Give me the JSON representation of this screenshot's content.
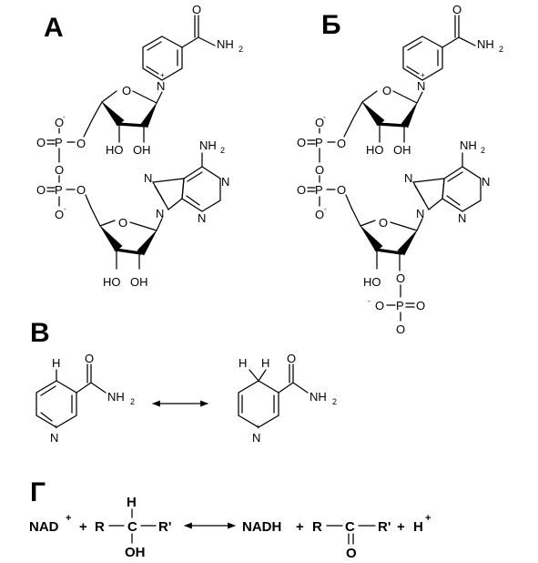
{
  "panels": {
    "a": "А",
    "b": "Б",
    "c": "В",
    "d": "Г"
  },
  "atoms": {
    "O": "O",
    "N": "N",
    "NH": "NH",
    "two": "2",
    "HO": "HO",
    "OH": "OH",
    "P": "P",
    "minus": "-",
    "plus": "+",
    "H": "H"
  },
  "equation": {
    "nad": "NAD",
    "nad_charge": "+",
    "plus": "+",
    "R": "R",
    "C": "C",
    "Rp": "R'",
    "H": "H",
    "OH": "OH",
    "nadh": "NADH",
    "O": "O",
    "hplus": "H",
    "hplus_charge": "+"
  }
}
